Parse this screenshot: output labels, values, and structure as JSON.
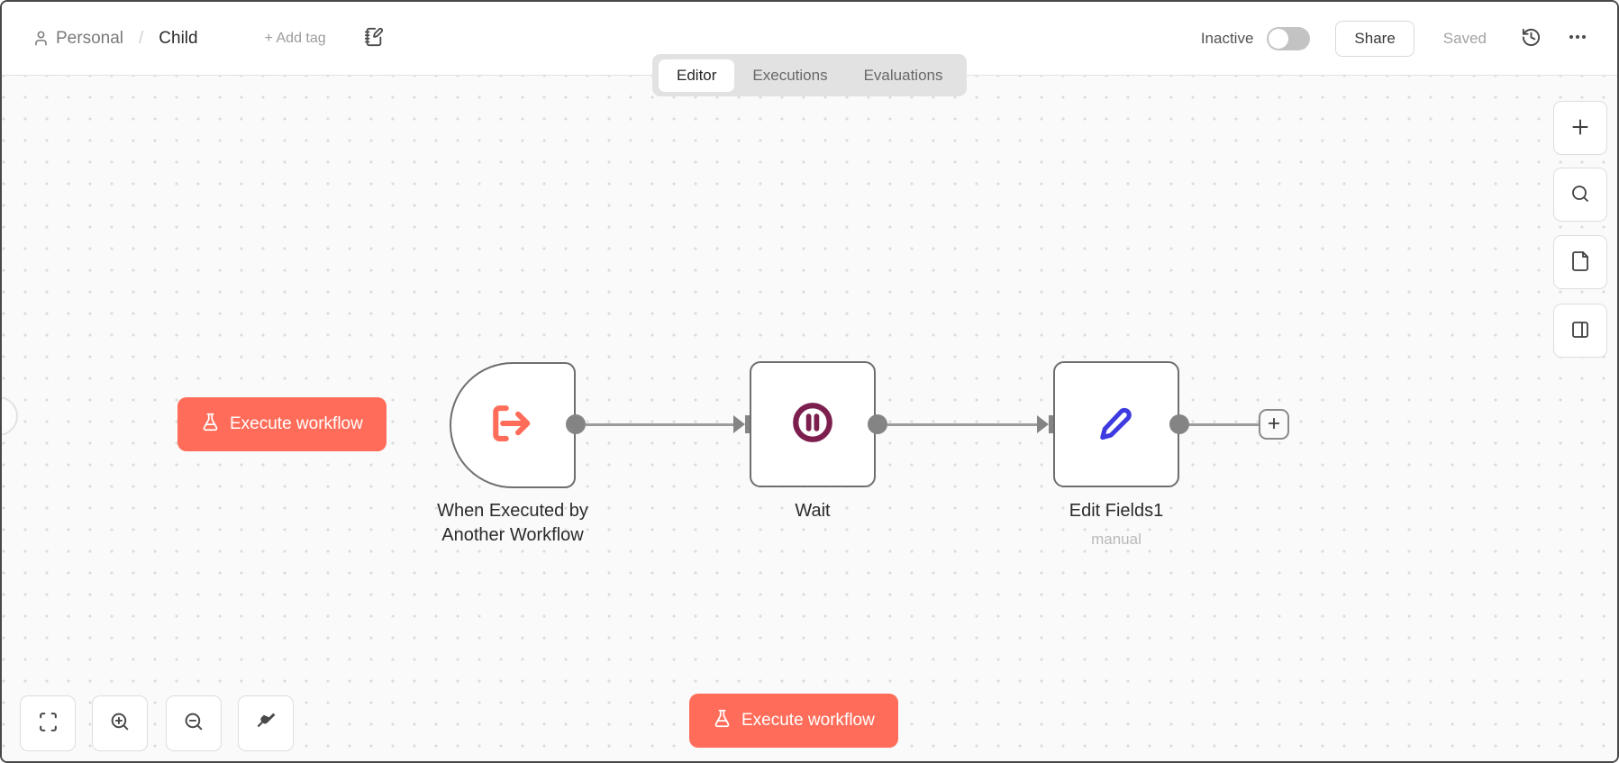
{
  "header": {
    "breadcrumb": {
      "project": "Personal",
      "separator": "/",
      "workflow_name": "Child"
    },
    "add_tag_label": "+ Add tag",
    "status_label": "Inactive",
    "status_active": false,
    "share_label": "Share",
    "saved_label": "Saved"
  },
  "tabs": [
    {
      "label": "Editor",
      "active": true
    },
    {
      "label": "Executions",
      "active": false
    },
    {
      "label": "Evaluations",
      "active": false
    }
  ],
  "canvas": {
    "execute_button_label": "Execute workflow",
    "nodes": [
      {
        "name": "When Executed by Another Workflow",
        "type": "trigger",
        "icon": "workflow-exit-arrow-icon",
        "icon_color": "#ff6d5a"
      },
      {
        "name": "Wait",
        "type": "regular",
        "icon": "pause-circle-icon",
        "icon_color": "#7d1f4e"
      },
      {
        "name": "Edit Fields1",
        "subtitle": "manual",
        "type": "regular",
        "icon": "pen-icon",
        "icon_color": "#3e3be0"
      }
    ],
    "add_node_label": "+"
  },
  "controls": {
    "right_toolbar": [
      "add-node-icon",
      "search-icon",
      "file-icon",
      "panel-icon"
    ],
    "bottom_left": [
      "fit-view-icon",
      "zoom-in-icon",
      "zoom-out-icon",
      "tidy-up-icon"
    ]
  },
  "colors": {
    "primary": "#ff6d5a",
    "node_border": "#6e6e6e",
    "connection": "#9b9b9b",
    "wait_icon": "#7d1f4e",
    "pen_icon": "#3e3be0",
    "canvas_bg": "#fafafa",
    "tabbar_bg": "#e2e2e2"
  }
}
